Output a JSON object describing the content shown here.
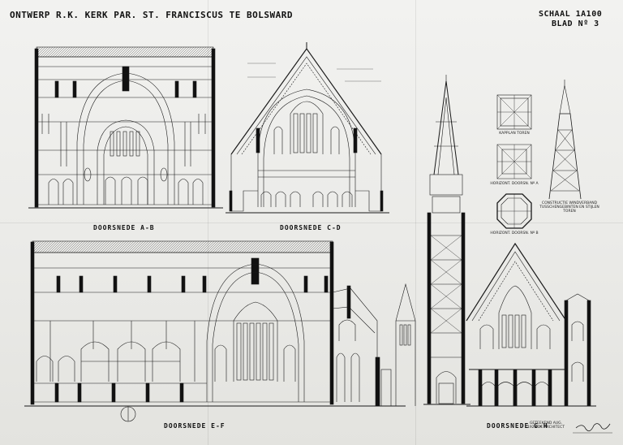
{
  "title": "ONTWERP R.K. KERK PAR. ST. FRANCISCUS TE BOLSWARD",
  "scale": "SCHAAL 1A100",
  "sheet": "BLAD Nº 3",
  "sections": {
    "ab": "DOORSNEDE A-B",
    "cd": "DOORSNEDE C-D",
    "ef": "DOORSNEDE E-F",
    "gh": "DOORSNEDE G-H"
  },
  "tower_plans": {
    "kapplan": "KAPPLAN TOREN",
    "plan_a": "HORIZONT. DOORSN. Nº A",
    "construction": "CONSTRUCTIE WINDVERBAND TUSSCHENGEBINTEN EN STIJLEN TOREN",
    "plan_b": "HORIZONT. DOORSN. Nº B"
  },
  "signature_note": "GETEEKEND AUG. 1928 DE ARCHITECT"
}
